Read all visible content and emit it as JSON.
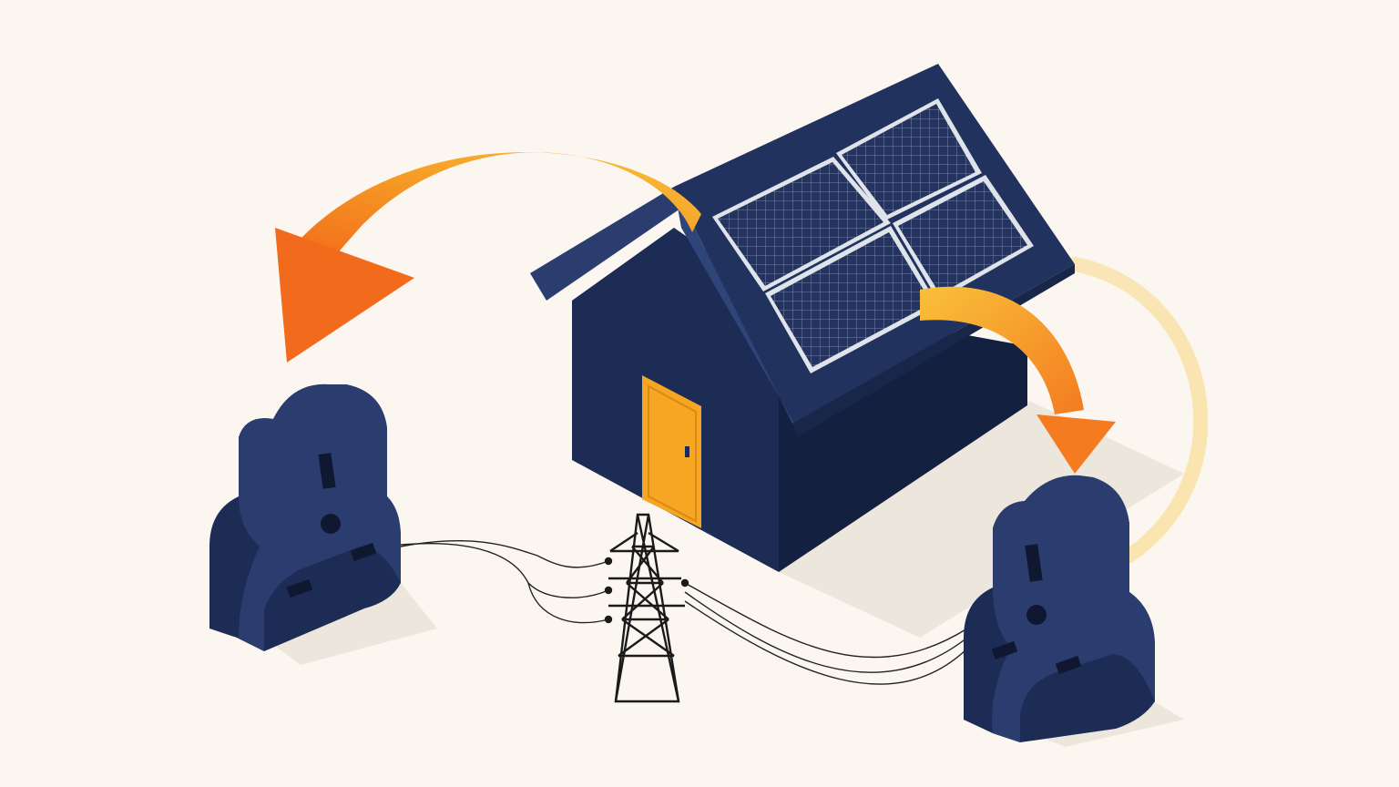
{
  "colors": {
    "background": "#fbf7f0",
    "navy": "#1c2c55",
    "navy_light": "#2a3d6e",
    "navy_dark": "#142043",
    "panel_frame": "#d8dde6",
    "panel_cell": "#24335f",
    "orange": "#f47b20",
    "amber": "#f6a623",
    "yellow": "#f8c13a",
    "door": "#f5a623",
    "wire": "#222222",
    "shadow": "#e7e1d8"
  },
  "scene": {
    "house": {
      "icon": "house-icon",
      "solar_panel_count": 4
    },
    "left_socket": {
      "icon": "uk-plug-socket-icon"
    },
    "right_socket": {
      "icon": "uk-plug-socket-icon"
    },
    "pylon": {
      "icon": "electricity-pylon-icon"
    },
    "arrows": [
      {
        "icon": "curved-arrow-icon",
        "direction": "roof-to-left-socket"
      },
      {
        "icon": "curved-arrow-icon",
        "direction": "roof-to-right-socket"
      }
    ]
  }
}
